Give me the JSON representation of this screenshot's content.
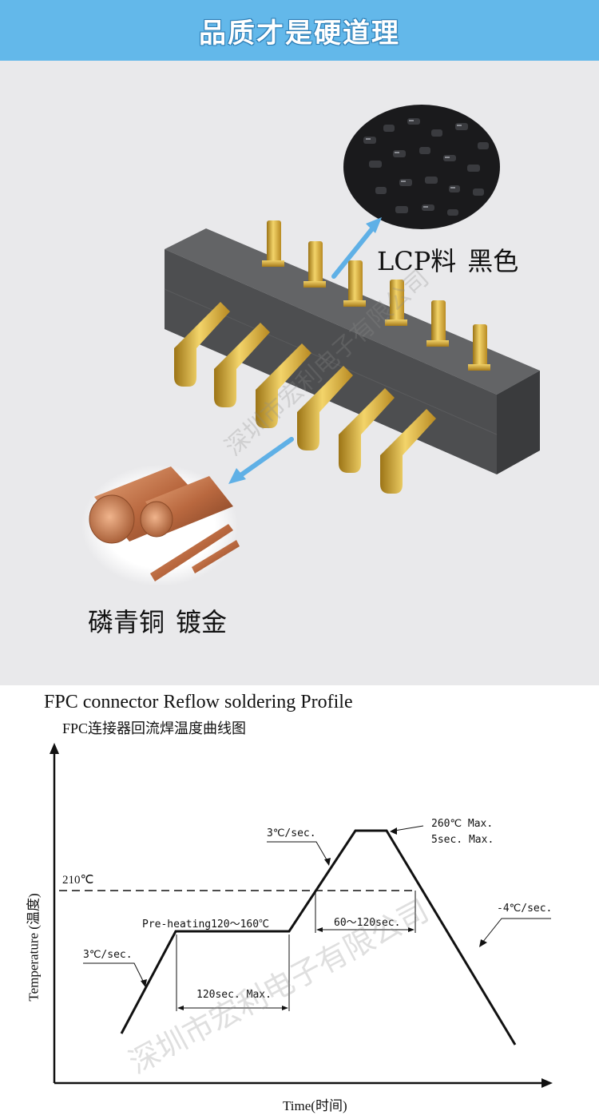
{
  "banner": {
    "title": "品质才是硬道理",
    "color": "#63b8ea"
  },
  "product": {
    "material_label": "LCP料",
    "material_color": "黑色",
    "contact_label": "磷青铜",
    "contact_finish": "镀金",
    "pin_color": "#d4a838",
    "housing_color": "#4d4e50",
    "watermark": "深圳市宏利电子有限公司"
  },
  "profile": {
    "title": "FPC connector Reflow soldering Profile",
    "subtitle": "FPC连接器回流焊温度曲线图",
    "ylabel": "Temperature (温度)",
    "xlabel": "Time(时间)",
    "temp_line": "210℃",
    "ramp1": "3℃/sec.",
    "preheat": "Pre-heating120～160℃",
    "preheat_time": "120sec. Max.",
    "ramp2": "3℃/sec.",
    "peak": "260℃ Max.",
    "peak_time": "5sec. Max.",
    "reflow_time": "60～120sec.",
    "cooling": "-4℃/sec.",
    "watermark": "深圳市宏利电子有限公司"
  }
}
